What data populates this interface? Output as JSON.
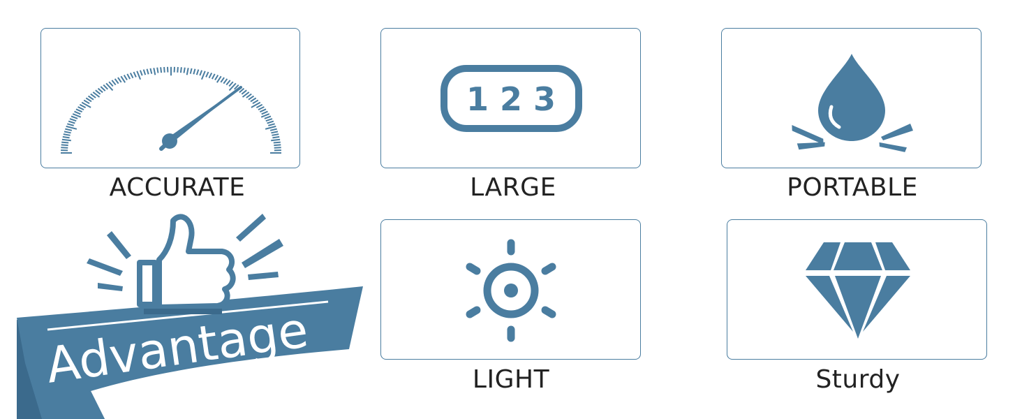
{
  "colors": {
    "accent": "#4a7da0",
    "border": "#4a7da0",
    "text": "#222222",
    "banner_text": "#ffffff"
  },
  "features": [
    {
      "label": "ACCURATE",
      "icon": "gauge-icon"
    },
    {
      "label": "LARGE",
      "icon": "digital-display-icon",
      "display_text": "1 2 3"
    },
    {
      "label": "PORTABLE",
      "icon": "water-drop-icon"
    },
    {
      "label": "LIGHT",
      "icon": "sun-icon"
    },
    {
      "label": "Sturdy",
      "icon": "diamond-icon"
    }
  ],
  "banner": {
    "text": "Advantage",
    "icon": "thumbs-up-icon"
  }
}
